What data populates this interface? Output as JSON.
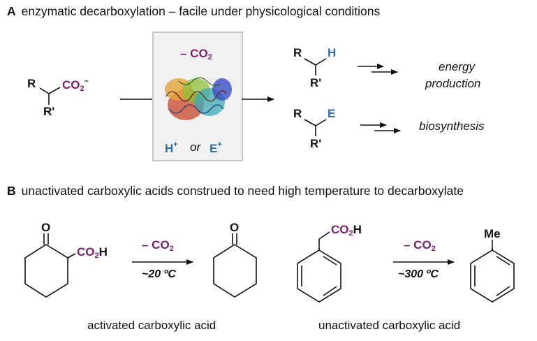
{
  "sectionA": {
    "letter": "A",
    "title": "enzymatic decarboxylation – facile under physicological conditions",
    "substrate": {
      "r": "R",
      "rprime": "R'",
      "group_main": "CO",
      "group_sub": "2",
      "group_sup": "–"
    },
    "box": {
      "minus": "– CO",
      "minus_sub": "2",
      "h": "H",
      "h_sup": "+",
      "or": "or",
      "e": "E",
      "e_sup": "+"
    },
    "product_top": {
      "r": "R",
      "x": "H",
      "rprime": "R'"
    },
    "product_bottom": {
      "r": "R",
      "x": "E",
      "rprime": "R'"
    },
    "outcome_top_line1": "energy",
    "outcome_top_line2": "production",
    "outcome_bottom": "biosynthesis"
  },
  "sectionB": {
    "letter": "B",
    "title": "unactivated carboxylic acids construed to need high temperature to decarboxylate",
    "left": {
      "oxygen": "O",
      "group_main": "CO",
      "group_sub": "2",
      "group_tail": "H",
      "arrow_top_main": "– CO",
      "arrow_top_sub": "2",
      "arrow_bottom": "~20 ºC",
      "product_oxygen": "O",
      "caption": "activated carboxylic acid"
    },
    "right": {
      "group_main": "CO",
      "group_sub": "2",
      "group_tail": "H",
      "arrow_top_main": "– CO",
      "arrow_top_sub": "2",
      "arrow_bottom": "~300 ºC",
      "product_me": "Me",
      "caption": "unactivated carboxylic acid"
    }
  },
  "colors": {
    "purple": "#7a1f6e",
    "blue": "#2a6f9e",
    "box_fill": "#f1f1f1",
    "box_border": "#c8c8c8"
  }
}
